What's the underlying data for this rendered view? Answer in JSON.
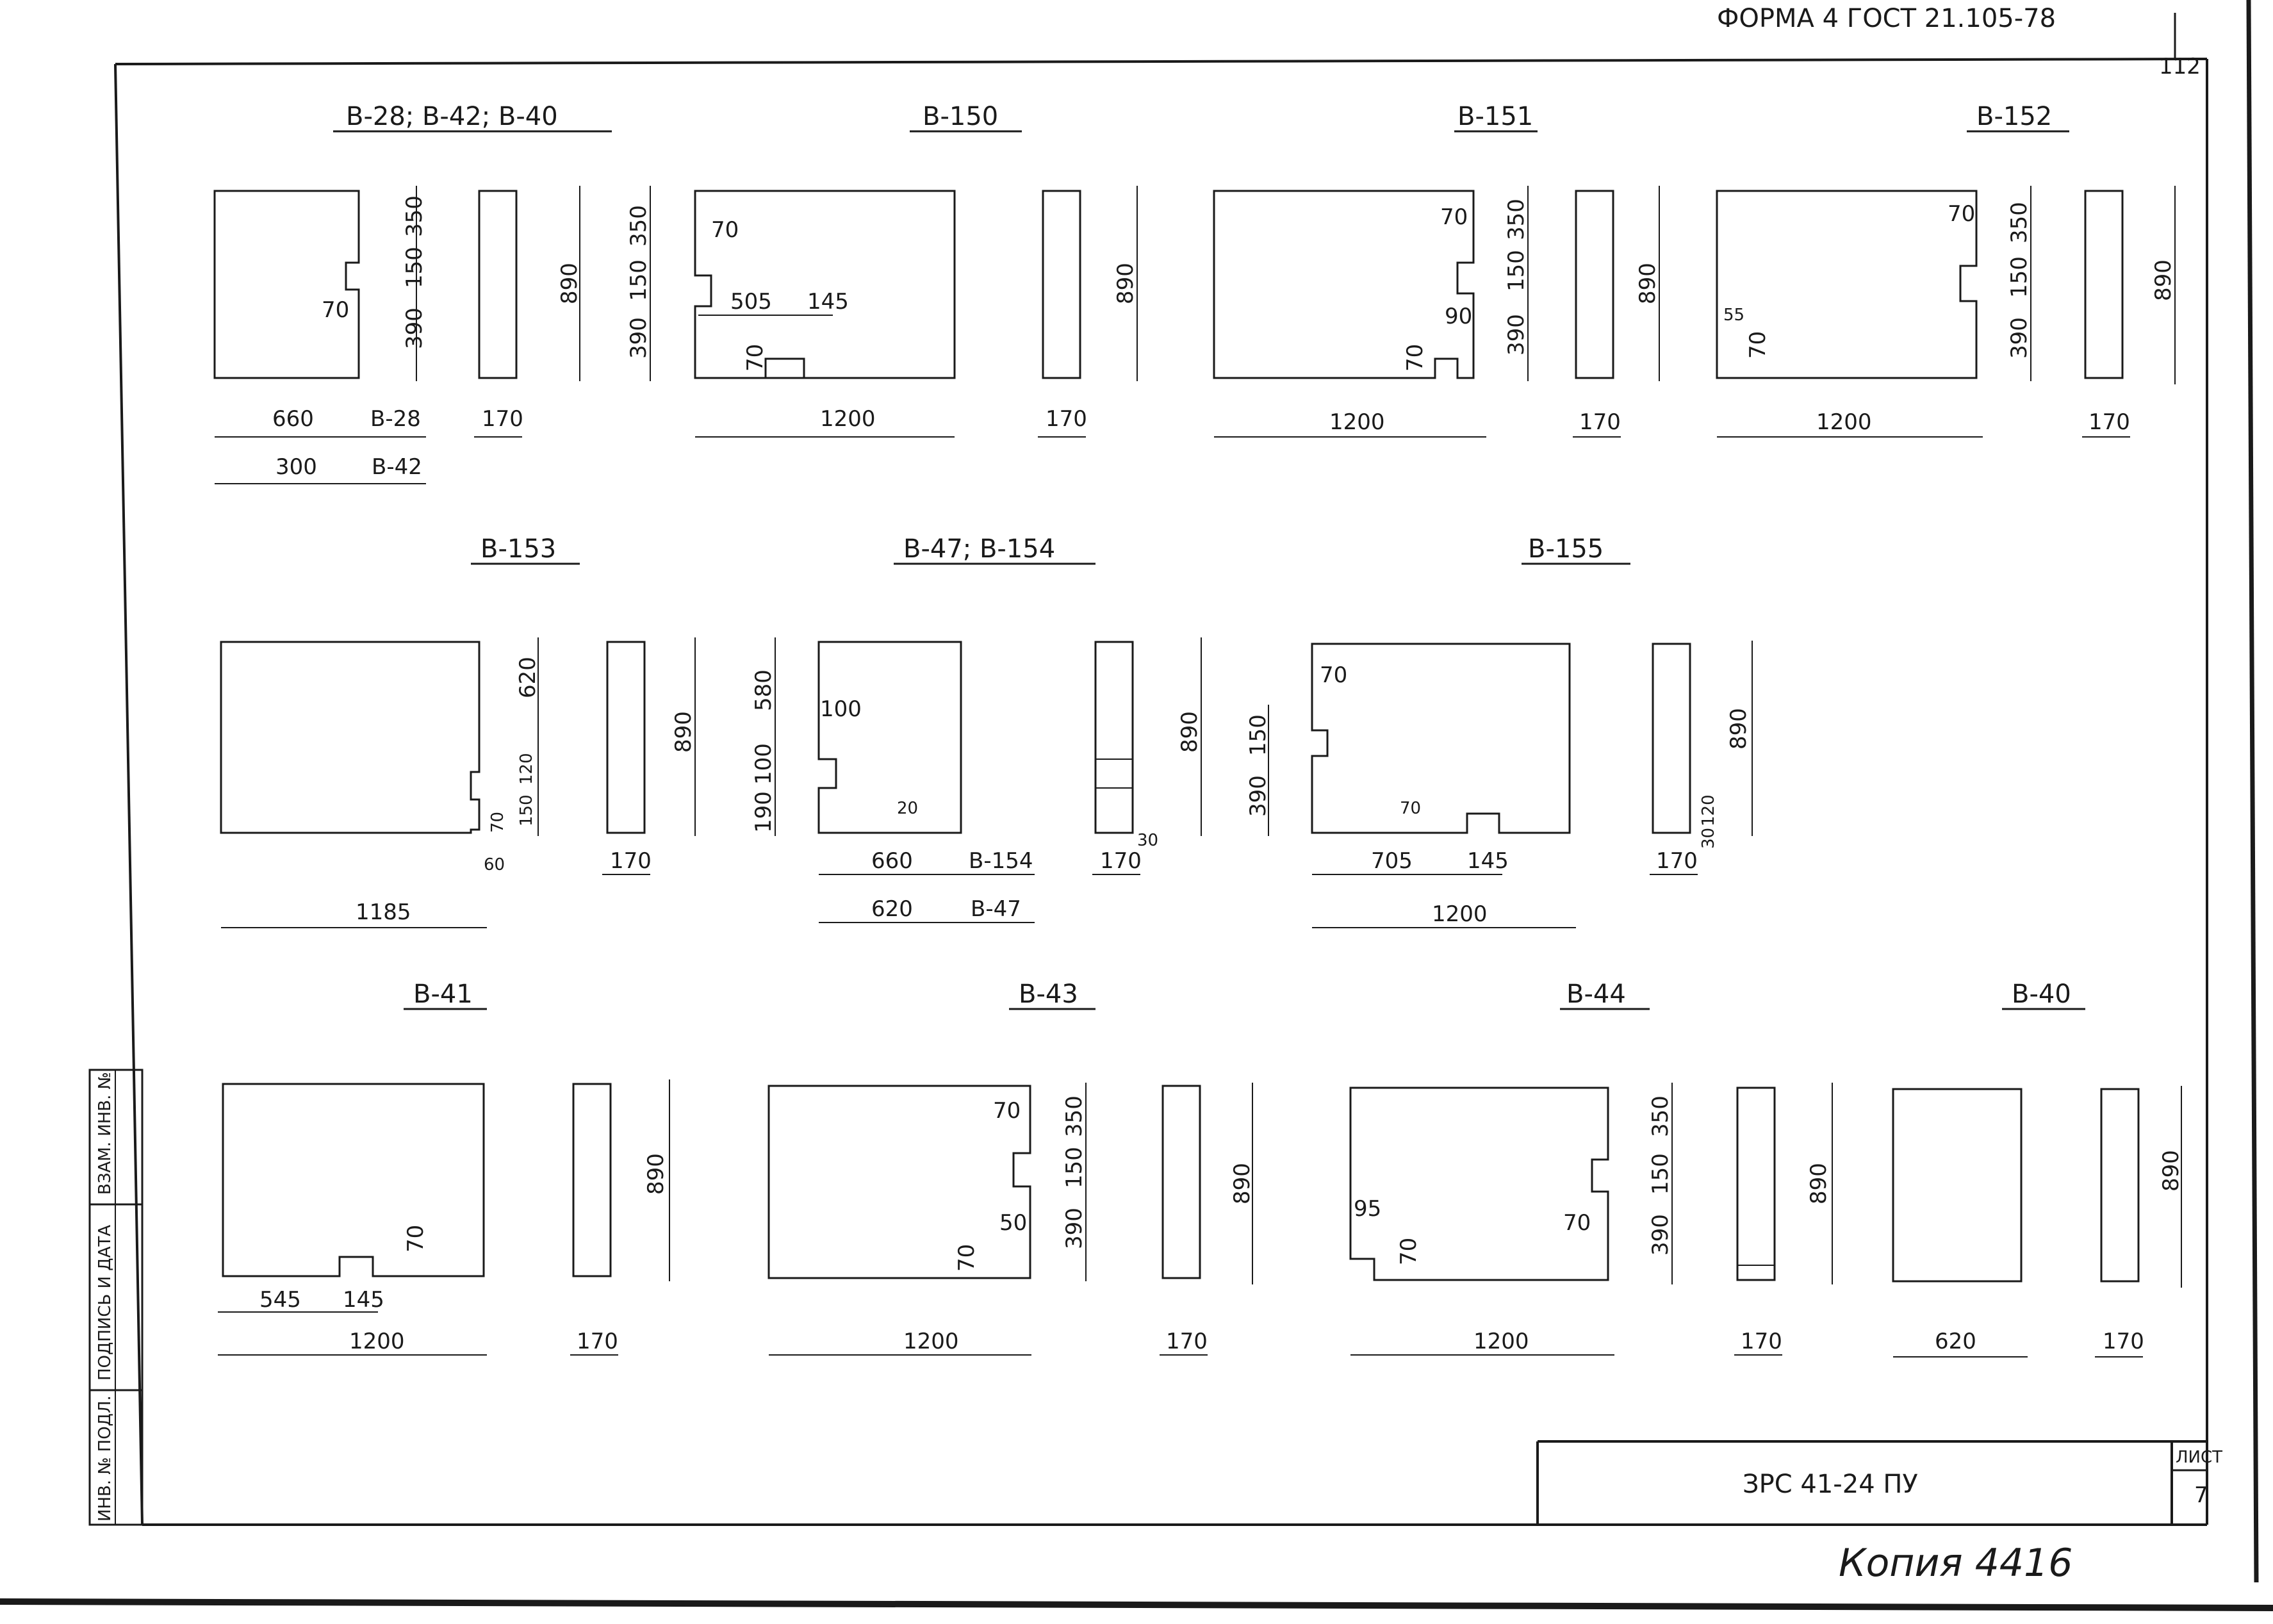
{
  "header": {
    "form_label": "ФОРМА 4 ГОСТ 21.105-78",
    "corner_number": "112"
  },
  "title_block": {
    "sheet_label": "ЛИСТ",
    "sheet_number": "7",
    "designation": "ЗРС 41-24 ПУ"
  },
  "side_stamp": {
    "fields": [
      "ВЗАМ. ИНВ. №",
      "ПОДПИСЬ И ДАТА",
      "ИНВ. № ПОДЛ."
    ]
  },
  "copy_note": "Копия 4416",
  "blocks": [
    {
      "title": "В-28; В-42; В-40",
      "dims": [
        "350",
        "150",
        "390",
        "70",
        "890",
        "660",
        "В-28",
        "300",
        "В-42",
        "170"
      ]
    },
    {
      "title": "В-150",
      "dims": [
        "350",
        "70",
        "150",
        "505",
        "145",
        "390",
        "70",
        "890",
        "1200",
        "170"
      ]
    },
    {
      "title": "В-151",
      "dims": [
        "70",
        "350",
        "150",
        "90",
        "390",
        "70",
        "890",
        "1200",
        "170"
      ]
    },
    {
      "title": "В-152",
      "dims": [
        "70",
        "350",
        "150",
        "55",
        "70",
        "390",
        "890",
        "1200",
        "170"
      ]
    },
    {
      "title": "В-153",
      "dims": [
        "620",
        "120",
        "150",
        "70",
        "60",
        "890",
        "1185",
        "170"
      ]
    },
    {
      "title": "В-47; В-154",
      "dims": [
        "580",
        "100",
        "100",
        "190",
        "20",
        "890",
        "660",
        "В-154",
        "620",
        "В-47",
        "170",
        "30"
      ]
    },
    {
      "title": "В-155",
      "dims": [
        "70",
        "150",
        "390",
        "70",
        "705",
        "145",
        "1200",
        "890",
        "120",
        "30",
        "170"
      ]
    },
    {
      "title": "В-41",
      "dims": [
        "70",
        "545",
        "145",
        "1200",
        "890",
        "170"
      ]
    },
    {
      "title": "В-43",
      "dims": [
        "70",
        "350",
        "150",
        "50",
        "390",
        "70",
        "1200",
        "890",
        "170"
      ]
    },
    {
      "title": "В-44",
      "dims": [
        "350",
        "150",
        "95",
        "70",
        "390",
        "70",
        "1200",
        "890",
        "170"
      ]
    },
    {
      "title": "В-40",
      "dims": [
        "620",
        "890",
        "170"
      ]
    }
  ]
}
